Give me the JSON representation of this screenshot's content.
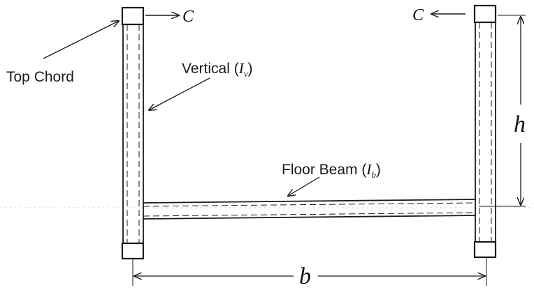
{
  "labels": {
    "top_chord": "Top Chord",
    "vertical_prefix": "Vertical (",
    "vertical_symbol": "I",
    "vertical_sub": "v",
    "vertical_suffix": ")",
    "floor_beam_prefix": "Floor Beam (",
    "floor_beam_symbol": "I",
    "floor_beam_sub": "b",
    "floor_beam_suffix": ")",
    "force_left": "C",
    "force_right": "C",
    "height": "h",
    "width": "b"
  }
}
